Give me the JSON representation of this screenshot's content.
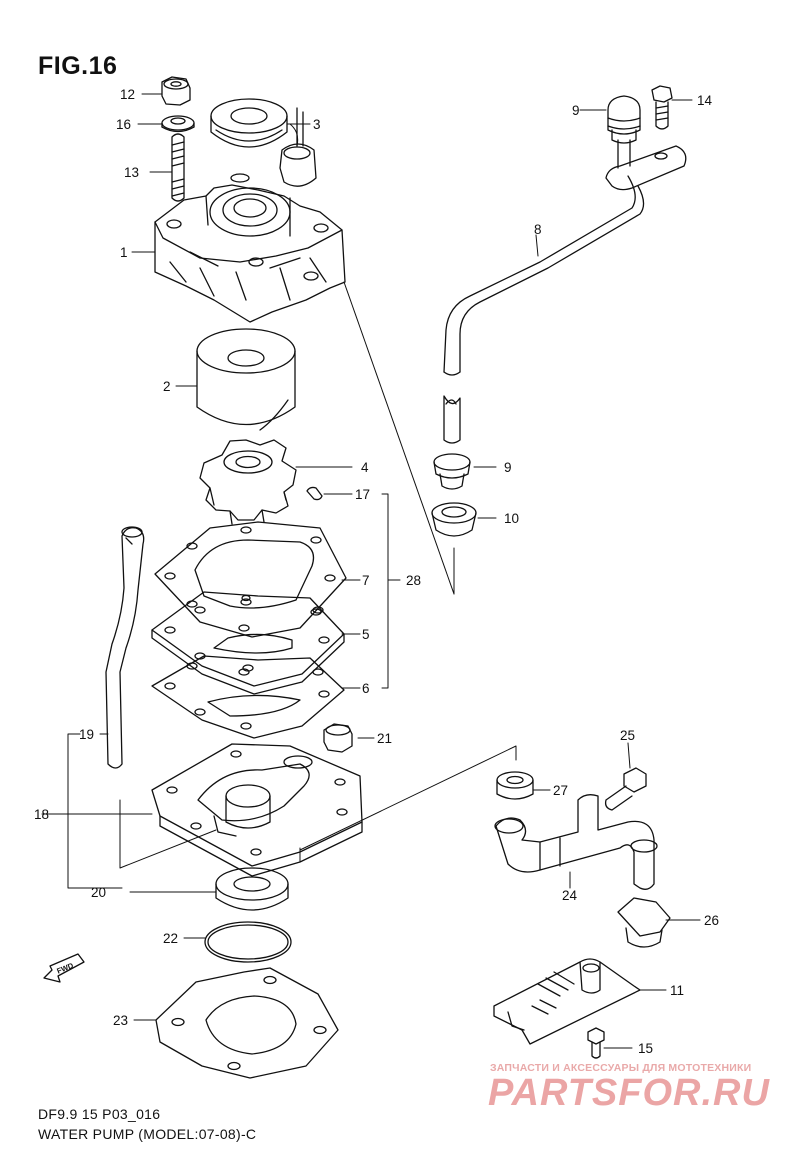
{
  "figure": {
    "title": "FIG.16",
    "footer_model_code": "DF9.9 15 P03_016",
    "footer_caption": "WATER PUMP (MODEL:07-08)-C",
    "fwd_label": "FWD"
  },
  "watermark": {
    "tagline": "ЗАПЧАСТИ И АКСЕССУАРЫ ДЛЯ МОТОТЕХНИКИ",
    "brand": "PARTSFOR.RU"
  },
  "callouts": {
    "c1": "1",
    "c2": "2",
    "c3": "3",
    "c4": "4",
    "c5": "5",
    "c6": "6",
    "c7": "7",
    "c8": "8",
    "c9a": "9",
    "c9b": "9",
    "c10": "10",
    "c11": "11",
    "c12": "12",
    "c13": "13",
    "c14": "14",
    "c15": "15",
    "c16": "16",
    "c17": "17",
    "c18": "18",
    "c19": "19",
    "c20": "20",
    "c21": "21",
    "c22": "22",
    "c23": "23",
    "c24": "24",
    "c25": "25",
    "c26": "26",
    "c27": "27",
    "c28": "28"
  }
}
